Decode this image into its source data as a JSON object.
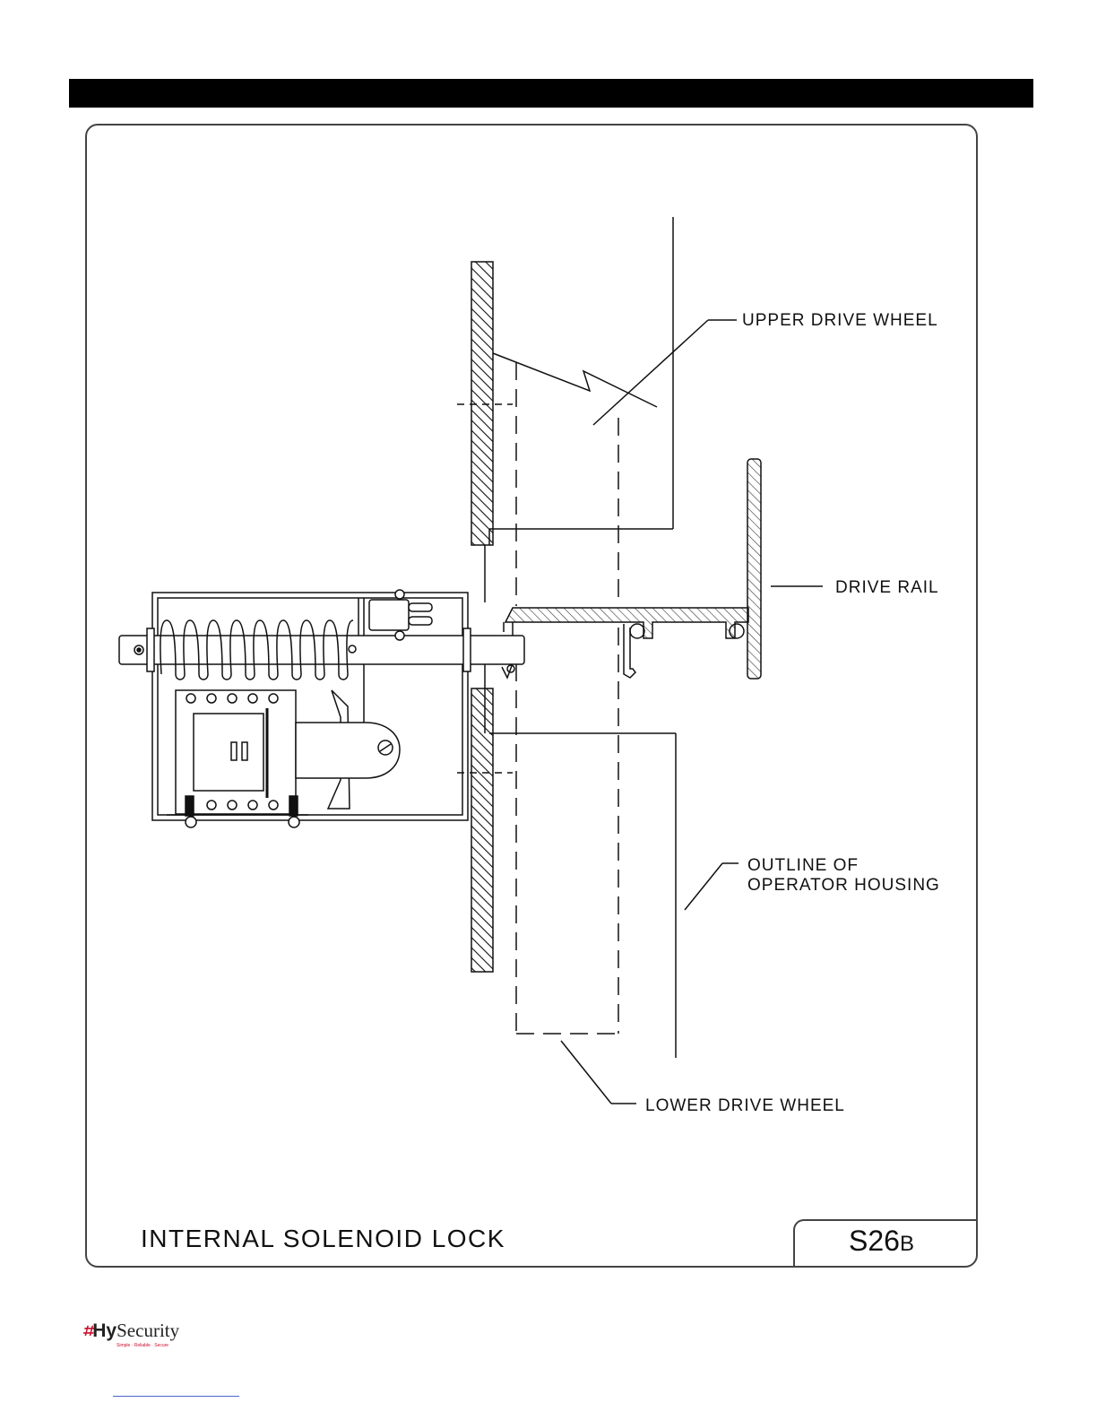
{
  "labels": {
    "upper_drive_wheel": "UPPER DRIVE WHEEL",
    "drive_rail": "DRIVE RAIL",
    "outline_line1": "OUTLINE OF",
    "outline_line2": "OPERATOR HOUSING",
    "lower_drive_wheel": "LOWER DRIVE WHEEL"
  },
  "title_block": {
    "title": "INTERNAL SOLENOID LOCK",
    "code_main": "S26",
    "code_suffix": "B"
  },
  "footer": {
    "logo_mark": "⌗",
    "logo_bold": "Hy",
    "logo_text": "Security",
    "logo_tagline": "Simple · Reliable · Secure"
  }
}
